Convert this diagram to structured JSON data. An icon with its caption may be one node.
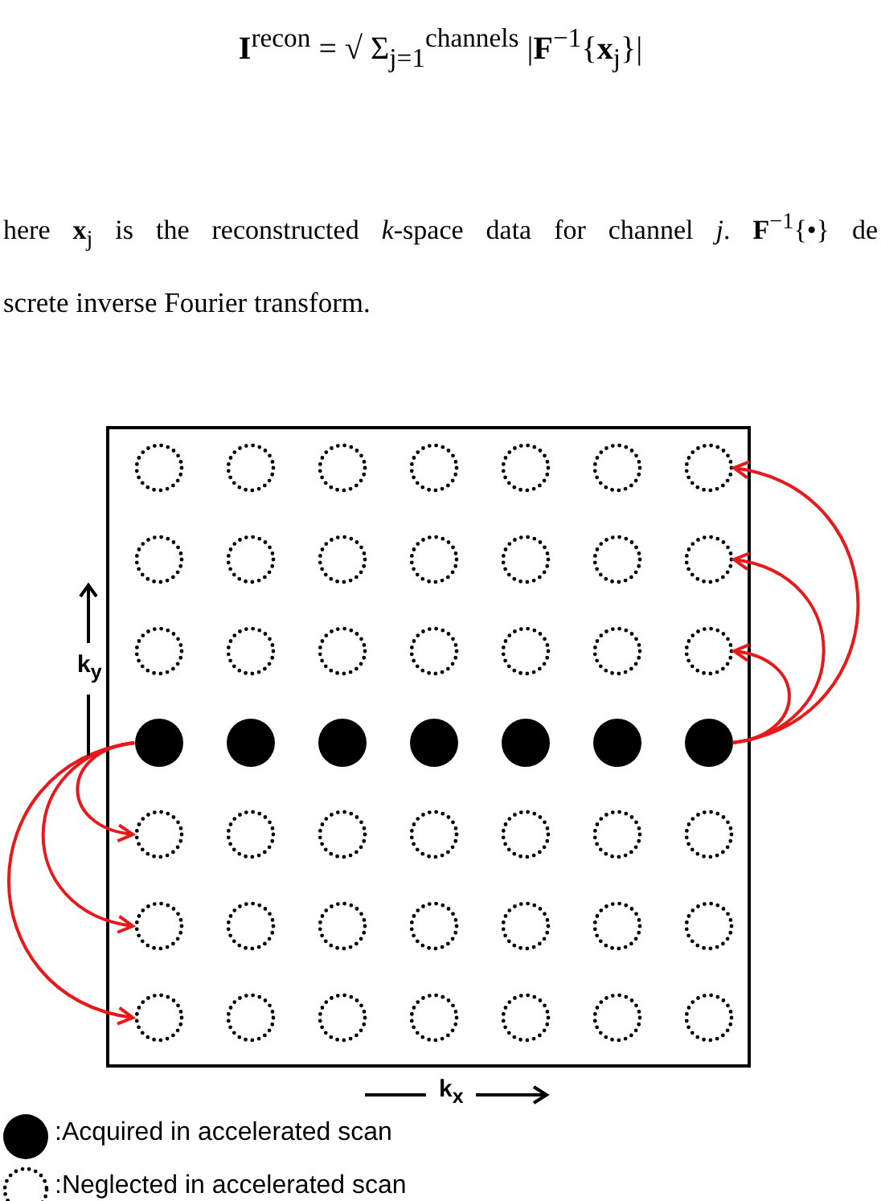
{
  "diagram": {
    "nodes": [
      {
        "text": [],
        "shape": "box"
      },
      {
        "text": [],
        "shape": "circle",
        "in": 0
      },
      {
        "text": [],
        "shape": "circle",
        "in": 0
      },
      {
        "text": [],
        "shape": "circle",
        "in": 0
      },
      {
        "text": [],
        "shape": "circle",
        "in": 0
      },
      {
        "text": [],
        "shape": "circle",
        "in": 0
      },
      {
        "text": [],
        "shape": "circle",
        "in": 0
      },
      {
        "text": [],
        "shape": "circle",
        "in": 0
      },
      {
        "text": [],
        "shape": "circle",
        "in": 0
      },
      {
        "text": [],
        "shape": "circle",
        "in": 0
      },
      {
        "text": [],
        "shape": "circle",
        "in": 0
      },
      {
        "text": [],
        "shape": "circle",
        "in": 0
      },
      {
        "text": [],
        "shape": "circle",
        "in": 0
      },
      {
        "text": [],
        "shape": "circle",
        "in": 0
      },
      {
        "text": [],
        "shape": "circle",
        "in": 0
      },
      {
        "text": [],
        "shape": "circle",
        "in": 0
      },
      {
        "text": [],
        "shape": "circle",
        "in": 0
      },
      {
        "text": [],
        "shape": "circle",
        "in": 0
      },
      {
        "text": [],
        "shape": "circle",
        "in": 0
      },
      {
        "text": [],
        "shape": "circle",
        "in": 0
      },
      {
        "text": [],
        "shape": "circle",
        "in": 0
      },
      {
        "text": [],
        "shape": "circle",
        "in": 0
      },
      {
        "text": [],
        "shape": "circle",
        "in": 0
      },
      {
        "text": [],
        "shape": "circle",
        "in": 0
      },
      {
        "text": [],
        "shape": "circle",
        "in": 0
      },
      {
        "text": [],
        "shape": "circle",
        "in": 0
      },
      {
        "text": [],
        "shape": "circle",
        "in": 0
      },
      {
        "text": [],
        "shape": "circle",
        "in": 0
      },
      {
        "text": [],
        "shape": "circle",
        "in": 0
      },
      {
        "text": [],
        "shape": "circle",
        "in": 0
      },
      {
        "text": [],
        "shape": "circle",
        "in": 0
      },
      {
        "text": [],
        "shape": "circle",
        "in": 0
      },
      {
        "text": [],
        "shape": "circle",
        "in": 0
      },
      {
        "text": [],
        "shape": "circle",
        "in": 0
      },
      {
        "text": [],
        "shape": "circle",
        "in": 0
      },
      {
        "text": [],
        "shape": "circle",
        "in": 0
      },
      {
        "text": [],
        "shape": "circle",
        "in": 0
      },
      {
        "text": [],
        "shape": "circle",
        "in": 0
      },
      {
        "text": [],
        "shape": "circle",
        "in": 0
      },
      {
        "text": [],
        "shape": "circle",
        "in": 0
      },
      {
        "text": [],
        "shape": "circle",
        "in": 0
      },
      {
        "text": [],
        "shape": "circle",
        "in": 0
      },
      {
        "text": [],
        "shape": "circle",
        "in": 0
      },
      {
        "text": [],
        "shape": "circle",
        "in": 0
      },
      {
        "text": [],
        "shape": "circle",
        "in": 0
      },
      {
        "text": [],
        "shape": "circle",
        "in": 0
      },
      {
        "text": [],
        "shape": "circle",
        "in": 0
      },
      {
        "text": [],
        "shape": "circle",
        "in": 0
      },
      {
        "text": [],
        "shape": "circle",
        "in": 0
      },
      {
        "text": [],
        "shape": "circle",
        "in": 0
      }
    ],
    "edges": [
      {
        "from": 28,
        "to": 7,
        "arrow": "to"
      },
      {
        "from": 28,
        "to": 14,
        "arrow": "to"
      },
      {
        "from": 28,
        "to": 21,
        "arrow": "to"
      },
      {
        "from": 22,
        "to": 29,
        "arrow": "to"
      },
      {
        "from": 22,
        "to": 36,
        "arrow": "to"
      },
      {
        "from": 22,
        "to": 43,
        "arrow": "to"
      }
    ],
    "labels": [
      "**I**$^{recon}$ = √ Σ$_{j=1}$$^{channels}$ |**F**$^{−1}${**x**$_{j}$}|",
      "here **x**$_{j}$ is the reconstructed *k*-space data for channel *j*. **F**$^{−1}${•} de",
      "screte inverse Fourier transform.",
      "k$_{y}$",
      "k$_{x}$"
    ],
    "legend": [
      {
        "text": ":Acquired in accelerated scan"
      },
      {
        "text": ":Neglected in accelerated scan"
      }
    ]
  }
}
